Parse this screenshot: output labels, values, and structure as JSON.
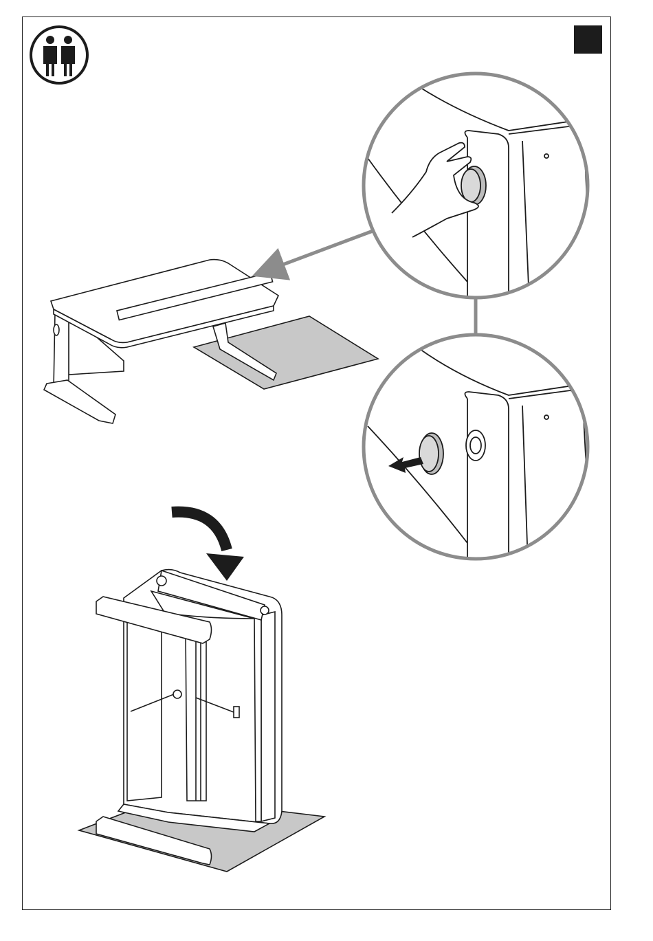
{
  "page": {
    "border_color": "#222222",
    "step_marker_color": "#1c1c1c",
    "callout_ring_color": "#8c8c8c",
    "floor_mat_color": "#c8c8c8"
  },
  "icons": {
    "two_person": "two-person-assembly-icon",
    "step_marker": "solid-square-step-marker"
  },
  "illustrations": [
    "desk-on-mat",
    "callout-hand-grips-cap",
    "callout-cap-removed-arrow",
    "desk-flipped-upside-down",
    "rotation-arrow"
  ]
}
